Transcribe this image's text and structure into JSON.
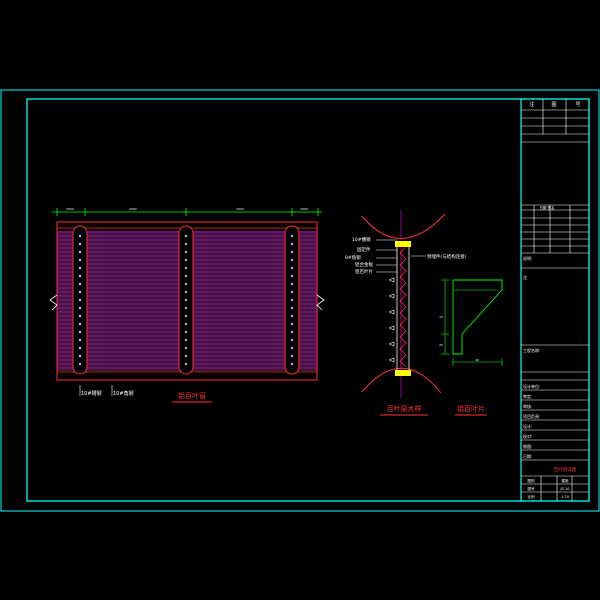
{
  "colors": {
    "background": "#000000",
    "frame": "#00ffff",
    "magenta": "#ff00ff",
    "red": "#ff3030",
    "green": "#00ff00",
    "white": "#ffffff",
    "yellow": "#ffff00",
    "title_text": "#ff3333"
  },
  "elevation": {
    "dimensions": [
      "2000",
      "2000",
      "2000",
      "2000"
    ],
    "note_left": "10#槽钢",
    "note_right": "10#角钢",
    "title": "铝百叶窗"
  },
  "section": {
    "labels": [
      "10#槽钢",
      "固定件",
      "8#角钢",
      "铝合金框",
      "铝百叶片"
    ],
    "right_note": "预埋件(与结构连接)",
    "title": "百叶窗大样"
  },
  "blade": {
    "dimensions": [
      "15",
      "25",
      "40"
    ],
    "title": "铝百叶片"
  },
  "title_block": {
    "top_cells": [
      "注",
      "图",
      "号"
    ],
    "mid_header": "日期 签名",
    "mid_note": "说明:",
    "row_note": "注",
    "project_label": "工程名称:",
    "rows": [
      "设计单位:",
      "审定:",
      "审核:",
      "项目负责:",
      "设计:",
      "校对:",
      "制图:",
      "日期:"
    ],
    "drawing_name": "百叶窗详图",
    "bottom_labels": [
      "图别",
      "图号",
      "比例",
      "建施",
      "JS-10",
      "1:20"
    ]
  }
}
